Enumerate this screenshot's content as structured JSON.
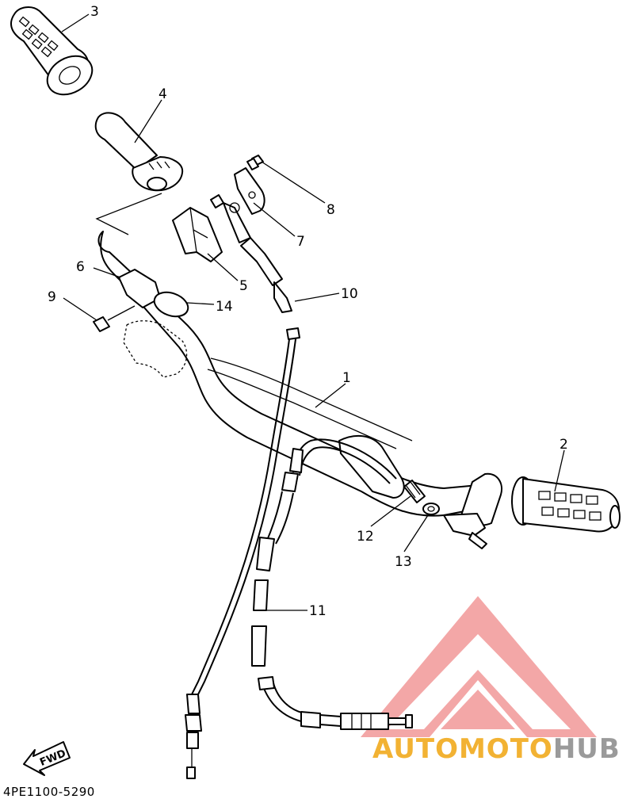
{
  "callouts": [
    {
      "id": "1",
      "label": "1"
    },
    {
      "id": "2",
      "label": "2"
    },
    {
      "id": "3",
      "label": "3"
    },
    {
      "id": "4",
      "label": "4"
    },
    {
      "id": "5",
      "label": "5"
    },
    {
      "id": "6",
      "label": "6"
    },
    {
      "id": "7",
      "label": "7"
    },
    {
      "id": "8",
      "label": "8"
    },
    {
      "id": "9",
      "label": "9"
    },
    {
      "id": "10",
      "label": "10"
    },
    {
      "id": "11",
      "label": "11"
    },
    {
      "id": "12",
      "label": "12"
    },
    {
      "id": "13",
      "label": "13"
    },
    {
      "id": "14",
      "label": "14"
    }
  ],
  "part_code": "4PE1100-5290",
  "fwd_label": "FWD",
  "watermark": {
    "text_orange": "AUTOMOTO",
    "text_gray": "HUB",
    "color_orange": "#f2b233",
    "color_gray": "#9a9a9a",
    "logo_color": "#f08a8a"
  }
}
